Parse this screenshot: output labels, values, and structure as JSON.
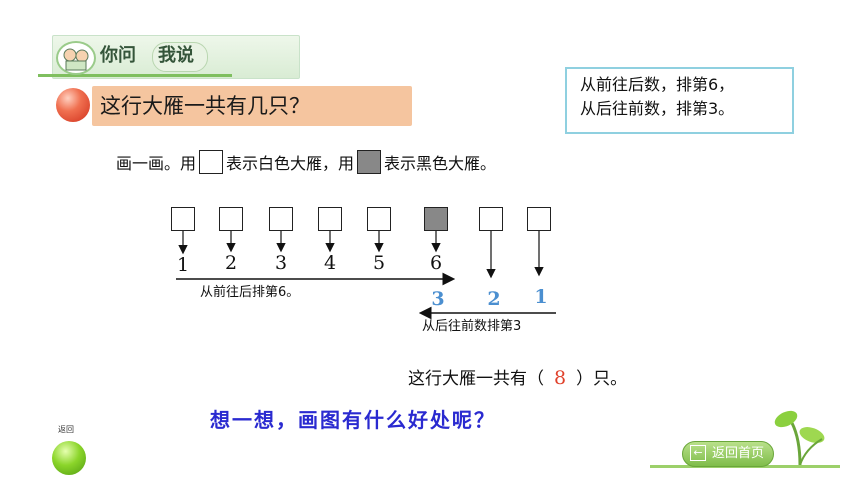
{
  "header": {
    "word1": "你问",
    "word2": "我说"
  },
  "question": {
    "text": "这行大雁一共有几只？"
  },
  "info": {
    "line1": "从前往后数，排第6，",
    "line2": "从后往前数，排第3。"
  },
  "instruction": {
    "part1": "画一画。用",
    "part2": "表示白色大雁，用",
    "part3": "表示黑色大雁。"
  },
  "geese": {
    "colors": [
      "white",
      "white",
      "white",
      "white",
      "white",
      "black",
      "white",
      "white"
    ],
    "front_numbers": [
      "1",
      "2",
      "3",
      "4",
      "5",
      "6"
    ],
    "back_numbers": [
      "3",
      "2",
      "1"
    ]
  },
  "captions": {
    "front": "从前往后排第6。",
    "back": "从后往前数排第3"
  },
  "total": {
    "prefix": "这行大雁一共有（",
    "value": "8",
    "suffix": "）只。"
  },
  "think": "想一想，画图有什么好处呢？",
  "nav": {
    "back_label": "返回",
    "home_label": "返回首页"
  },
  "colors": {
    "question_bar": "#f5c59f",
    "accent_green": "#7fbf5f",
    "blue_numbers": "#4b8fd0",
    "answer_red": "#e0402a",
    "think_blue": "#2a2ad0"
  }
}
